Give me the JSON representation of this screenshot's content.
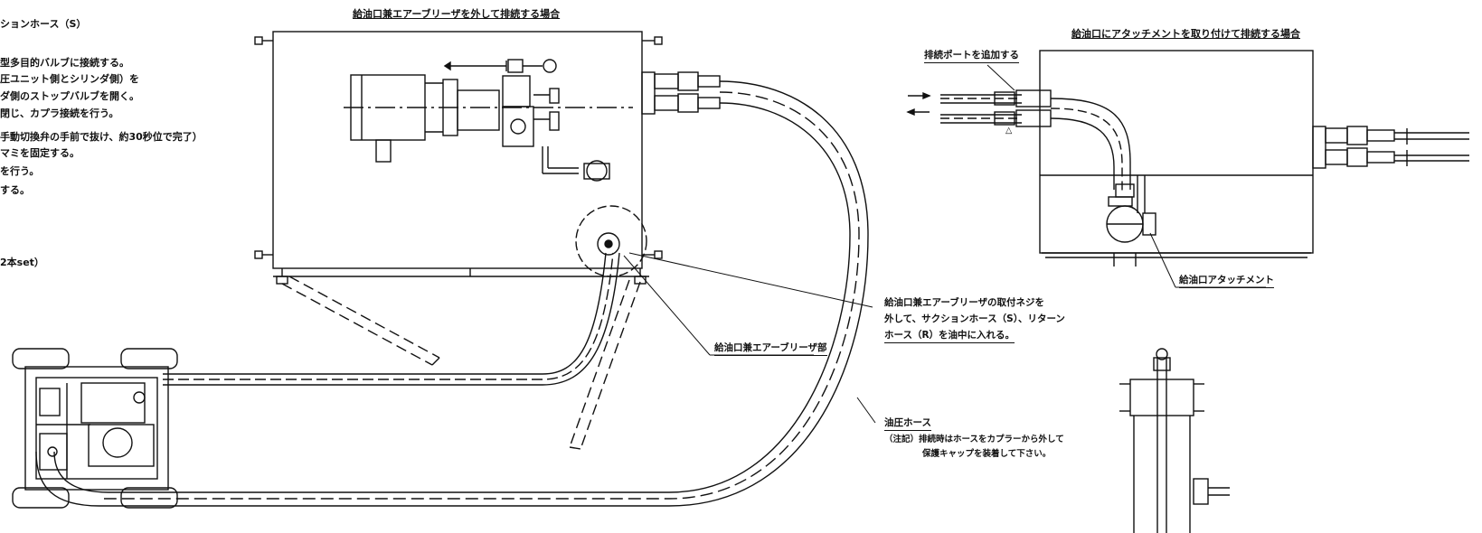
{
  "instructions": {
    "heading": "ションホース（S）",
    "lines": [
      "型多目的バルブに接続する。",
      "圧ユニット側とシリンダ側）を",
      "ダ側のストップバルブを開く。",
      "閉じ、カプラ接続を行う。",
      "手動切換弁の手前で抜け、約30秒位で完了）",
      "マミを固定する。",
      "を行う。",
      "する。"
    ],
    "set_note": "2本set）"
  },
  "titles": {
    "left": "給油口兼エアーブリーザを外して排続する場合",
    "right": "給油口にアタッチメントを取り付けて排続する場合"
  },
  "callouts": {
    "port_add": "排続ポートを追加する",
    "breather_part": "給油口兼エアーブリーザ部",
    "attachment": "給油口アタッチメント",
    "breather_note": [
      "給油口兼エアーブリーザの取付ネジを",
      "外して、サクションホース（S）、リターン",
      "ホース（R）を油中に入れる。"
    ],
    "hose_label": "油圧ホース",
    "hose_note": [
      "（注記）排続時はホースをカプラーから外して",
      "保護キャップを装着して下さい。"
    ],
    "delta_mark": "△"
  }
}
